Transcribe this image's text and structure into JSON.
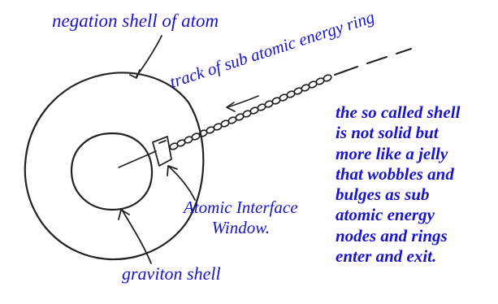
{
  "labels": {
    "negation_shell": "negation shell of atom",
    "track": "track of  sub atomic energy ring",
    "interface_line1": "Atomic Interface",
    "interface_line2": "Window.",
    "graviton_shell": "graviton shell",
    "note_lines": [
      "the so called shell",
      "is not solid but",
      "more like a jelly",
      "that wobbles and",
      "bulges as sub",
      "atomic energy",
      "nodes and rings",
      "enter and exit."
    ]
  },
  "colors": {
    "label_text": "#1a14c8",
    "sketch_ink": "#222222"
  }
}
